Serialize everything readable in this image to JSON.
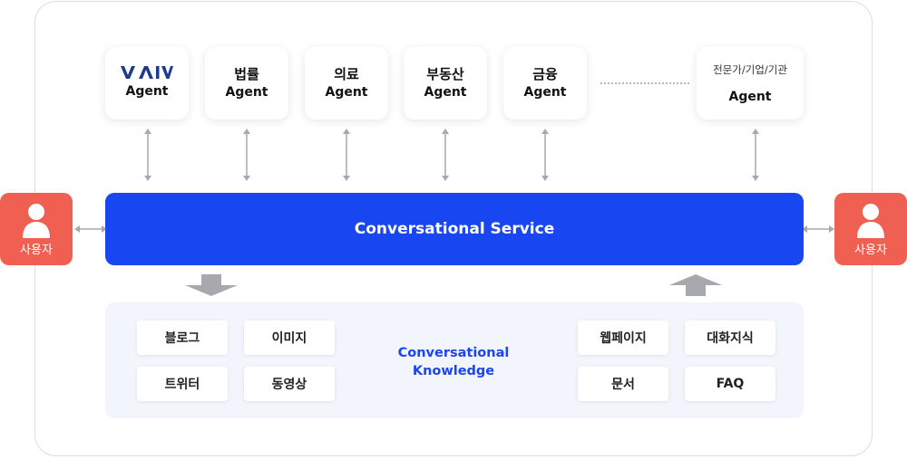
{
  "agents": [
    {
      "top": "",
      "bottom": "Agent",
      "logo": "VAIV"
    },
    {
      "top": "법률",
      "bottom": "Agent"
    },
    {
      "top": "의료",
      "bottom": "Agent"
    },
    {
      "top": "부동산",
      "bottom": "Agent"
    },
    {
      "top": "금융",
      "bottom": "Agent"
    },
    {
      "top": "전문가/기업/기관",
      "bottom": "Agent"
    }
  ],
  "service": {
    "label": "Conversational Service"
  },
  "users": {
    "left_label": "사용자",
    "right_label": "사용자"
  },
  "knowledge": {
    "title_line1": "Conversational",
    "title_line2": "Knowledge",
    "left_items": [
      "블로그",
      "이미지",
      "트위터",
      "동영상"
    ],
    "right_items": [
      "웹페이지",
      "대화지식",
      "문서",
      "FAQ"
    ]
  },
  "colors": {
    "service_blue": "#1846f0",
    "user_red": "#ef5f52",
    "knowledge_bg": "#f3f5fd",
    "arrow_gray": "#a7a9ae",
    "logo_navy": "#1d3a8f"
  }
}
